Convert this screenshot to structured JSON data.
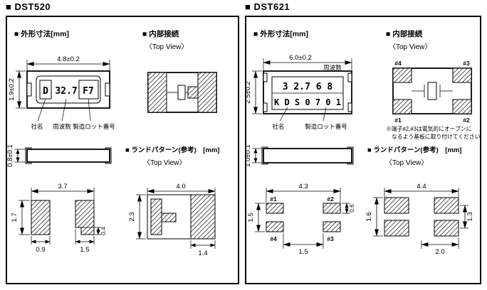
{
  "dst520": {
    "title": "■ DST520",
    "outline_heading": "■ 外形寸法[mm]",
    "internal_heading": "■ 内部接続",
    "internal_topview": "〈Top View〉",
    "land_heading": "■ ランドパターン(参考)　[mm]",
    "land_topview": "〈Top View〉",
    "pkg": {
      "width": "4.8±0.2",
      "height": "1.9±0.2",
      "thickness": "0.8±0.1",
      "mark_company": "D",
      "mark_freq": "32.7",
      "mark_lot": "F7",
      "label_company": "社名",
      "label_freq": "周波数",
      "label_lot": "製造ロット番号"
    },
    "land": {
      "span": "3.7",
      "height": "1.7",
      "pad_width": "0.9",
      "gap": "1.5",
      "notch": "0.4",
      "right_span": "4.0",
      "right_height": "2.3",
      "right_pad": "1.4"
    }
  },
  "dst621": {
    "title": "■ DST621",
    "outline_heading": "■ 外形寸法[mm]",
    "internal_heading": "■ 内部接続",
    "internal_topview": "〈Top View〉",
    "land_heading": "■ ランドパターン(参考)　[mm]",
    "land_topview": "〈Top View〉",
    "pkg": {
      "width": "6.0±0.2",
      "height": "2.5±0.2",
      "thickness": "1.0±0.1",
      "mark_row1": "3 2.7 6 8",
      "mark_row2": "K D S 0 7 0 1",
      "label_freq": "周波数",
      "label_company": "社名",
      "label_lot": "製造ロット番号"
    },
    "internal": {
      "pin_top_left": "#4",
      "pin_top_right": "#3",
      "pin_bottom_left": "#1",
      "pin_bottom_right": "#2",
      "note_line1": "※端子#2,#3は電気的にオープンに",
      "note_line2": "なるよう基板に取り付けてください。"
    },
    "land": {
      "span": "4.3",
      "height": "1.5",
      "pad_height": "0.6",
      "gap": "1.5",
      "pin_top_left": "#1",
      "pin_top_right": "#2",
      "pin_bottom_left": "#4",
      "pin_bottom_right": "#3",
      "right_span": "4.4",
      "right_height": "1.6",
      "right_pitch": "1.3",
      "right_pad": "2.0"
    }
  }
}
